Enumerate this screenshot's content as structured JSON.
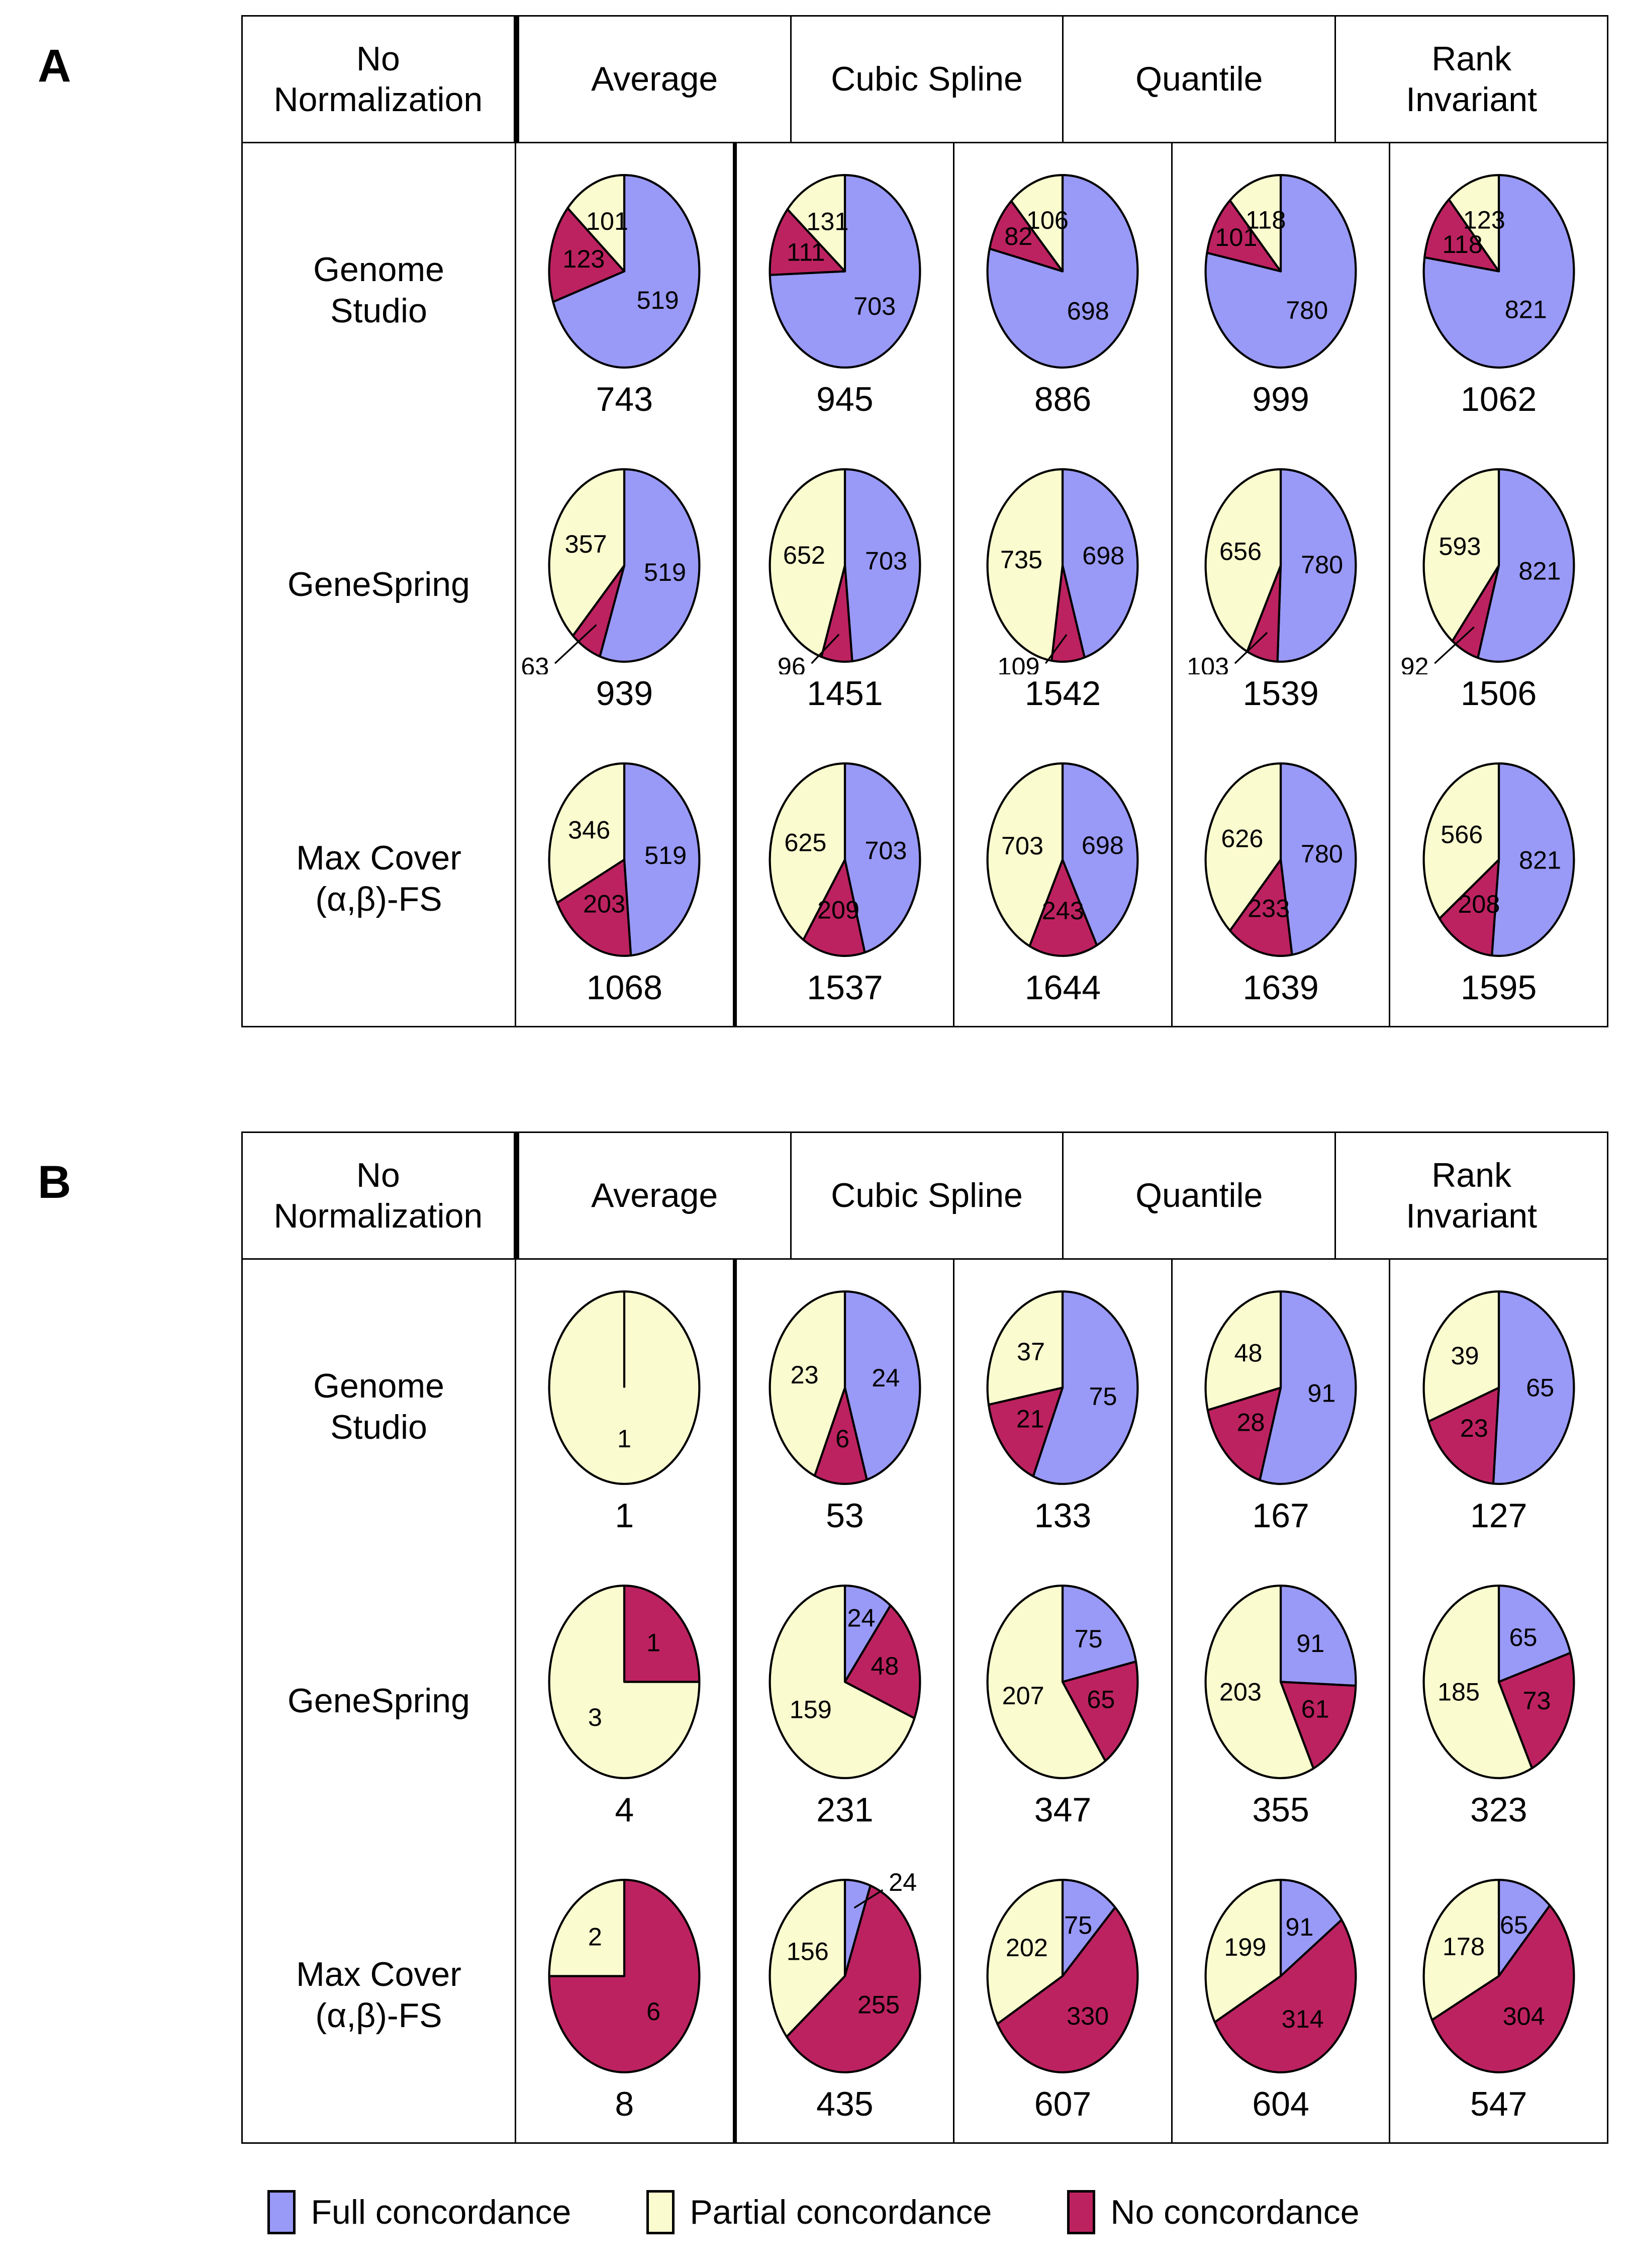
{
  "colors": {
    "full": "#9999f7",
    "partial": "#fafbcf",
    "none": "#bd2260",
    "outline": "#000000",
    "background": "#ffffff"
  },
  "legend": {
    "items": [
      {
        "label": "Full concordance",
        "key": "full"
      },
      {
        "label": "Partial concordance",
        "key": "partial"
      },
      {
        "label": "No concordance",
        "key": "none"
      }
    ]
  },
  "columns": [
    "No\nNormalization",
    "Average",
    "Cubic Spline",
    "Quantile",
    "Rank\nInvariant"
  ],
  "column_labels": {
    "c0_line1": "No",
    "c0_line2": "Normalization",
    "c1": "Average",
    "c2": "Cubic Spline",
    "c3": "Quantile",
    "c4_line1": "Rank",
    "c4_line2": "Invariant"
  },
  "rows": {
    "r0_line1": "Genome",
    "r0_line2": "Studio",
    "r1": "GeneSpring",
    "r2_line1": "Max Cover",
    "r2_line2": "(α,β)-FS"
  },
  "panels": [
    {
      "letter": "A"
    },
    {
      "letter": "B"
    }
  ],
  "chart_data": [
    {
      "type": "pie",
      "panel": "A",
      "title": "Panel A — concordance counts by normalization method",
      "legend": [
        "Full concordance",
        "Partial concordance",
        "No concordance"
      ],
      "legend_position": "bottom",
      "columns": [
        "No Normalization",
        "Average",
        "Cubic Spline",
        "Quantile",
        "Rank Invariant"
      ],
      "rows": [
        "Genome Studio",
        "GeneSpring",
        "Max Cover (α,β)-FS"
      ],
      "cells": [
        [
          {
            "full": 519,
            "partial": 101,
            "none": 123,
            "total": 743,
            "callout": null
          },
          {
            "full": 703,
            "partial": 131,
            "none": 111,
            "total": 945,
            "callout": null
          },
          {
            "full": 698,
            "partial": 106,
            "none": 82,
            "total": 886,
            "callout": null
          },
          {
            "full": 780,
            "partial": 118,
            "none": 101,
            "total": 999,
            "callout": null
          },
          {
            "full": 821,
            "partial": 123,
            "none": 118,
            "total": 1062,
            "callout": null
          }
        ],
        [
          {
            "full": 519,
            "partial": 357,
            "none": 63,
            "total": 939,
            "callout": "none"
          },
          {
            "full": 703,
            "partial": 652,
            "none": 96,
            "total": 1451,
            "callout": "none"
          },
          {
            "full": 698,
            "partial": 735,
            "none": 109,
            "total": 1542,
            "callout": "none"
          },
          {
            "full": 780,
            "partial": 656,
            "none": 103,
            "total": 1539,
            "callout": "none"
          },
          {
            "full": 821,
            "partial": 593,
            "none": 92,
            "total": 1506,
            "callout": "none"
          }
        ],
        [
          {
            "full": 519,
            "partial": 346,
            "none": 203,
            "total": 1068,
            "callout": null
          },
          {
            "full": 703,
            "partial": 625,
            "none": 209,
            "total": 1537,
            "callout": null
          },
          {
            "full": 698,
            "partial": 703,
            "none": 243,
            "total": 1644,
            "callout": null
          },
          {
            "full": 780,
            "partial": 626,
            "none": 233,
            "total": 1639,
            "callout": null
          },
          {
            "full": 821,
            "partial": 566,
            "none": 208,
            "total": 1595,
            "callout": null
          }
        ]
      ]
    },
    {
      "type": "pie",
      "panel": "B",
      "title": "Panel B — concordance counts by normalization method",
      "legend": [
        "Full concordance",
        "Partial concordance",
        "No concordance"
      ],
      "legend_position": "bottom",
      "columns": [
        "No Normalization",
        "Average",
        "Cubic Spline",
        "Quantile",
        "Rank Invariant"
      ],
      "rows": [
        "Genome Studio",
        "GeneSpring",
        "Max Cover (α,β)-FS"
      ],
      "cells": [
        [
          {
            "full": 0,
            "partial": 1,
            "none": 0,
            "total": 1,
            "callout": null,
            "order": "partial-only"
          },
          {
            "full": 24,
            "partial": 23,
            "none": 6,
            "total": 53,
            "callout": null
          },
          {
            "full": 75,
            "partial": 37,
            "none": 21,
            "total": 133,
            "callout": null
          },
          {
            "full": 91,
            "partial": 48,
            "none": 28,
            "total": 167,
            "callout": null
          },
          {
            "full": 65,
            "partial": 39,
            "none": 23,
            "total": 127,
            "callout": null
          }
        ],
        [
          {
            "full": 0,
            "partial": 3,
            "none": 1,
            "total": 4,
            "callout": null,
            "order": "none-first"
          },
          {
            "full": 24,
            "partial": 159,
            "none": 48,
            "total": 231,
            "callout": null,
            "order": "full-none-partial"
          },
          {
            "full": 75,
            "partial": 207,
            "none": 65,
            "total": 347,
            "callout": null,
            "order": "full-none-partial"
          },
          {
            "full": 91,
            "partial": 203,
            "none": 61,
            "total": 355,
            "callout": null,
            "order": "full-none-partial"
          },
          {
            "full": 65,
            "partial": 185,
            "none": 73,
            "total": 323,
            "callout": null,
            "order": "full-none-partial"
          }
        ],
        [
          {
            "full": 0,
            "partial": 2,
            "none": 6,
            "total": 8,
            "callout": null,
            "order": "none-first"
          },
          {
            "full": 24,
            "partial": 156,
            "none": 255,
            "total": 435,
            "callout": "full",
            "order": "full-none-partial"
          },
          {
            "full": 75,
            "partial": 202,
            "none": 330,
            "total": 607,
            "callout": null,
            "order": "full-none-partial"
          },
          {
            "full": 91,
            "partial": 199,
            "none": 314,
            "total": 604,
            "callout": null,
            "order": "full-none-partial"
          },
          {
            "full": 65,
            "partial": 178,
            "none": 304,
            "total": 547,
            "callout": null,
            "order": "full-none-partial"
          }
        ]
      ]
    }
  ]
}
